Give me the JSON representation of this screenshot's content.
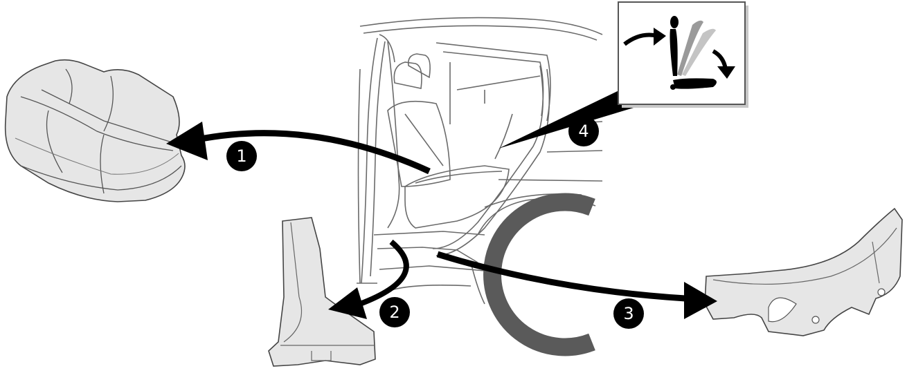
{
  "diagram": {
    "callouts": [
      {
        "number": "1",
        "part": "rear-seat-cushion"
      },
      {
        "number": "2",
        "part": "b-pillar-lower-trim"
      },
      {
        "number": "3",
        "part": "c-pillar-sill-trim"
      },
      {
        "number": "4",
        "part": "seatback-fold-inset"
      }
    ],
    "colors": {
      "arrow": "#000000",
      "part_fill": "#e6e6e6",
      "part_stroke": "#4a4a4a",
      "car_line": "#666666",
      "wheel_arch": "#5a5a5a",
      "inset_border": "#555555",
      "inset_shadow": "#c8c8c8",
      "seat_ghost_1": "#9a9a9a",
      "seat_ghost_2": "#c4c4c4"
    },
    "icons": [
      "seat-fold-icon",
      "curved-arrow-icon",
      "callout-badge-icon"
    ]
  }
}
